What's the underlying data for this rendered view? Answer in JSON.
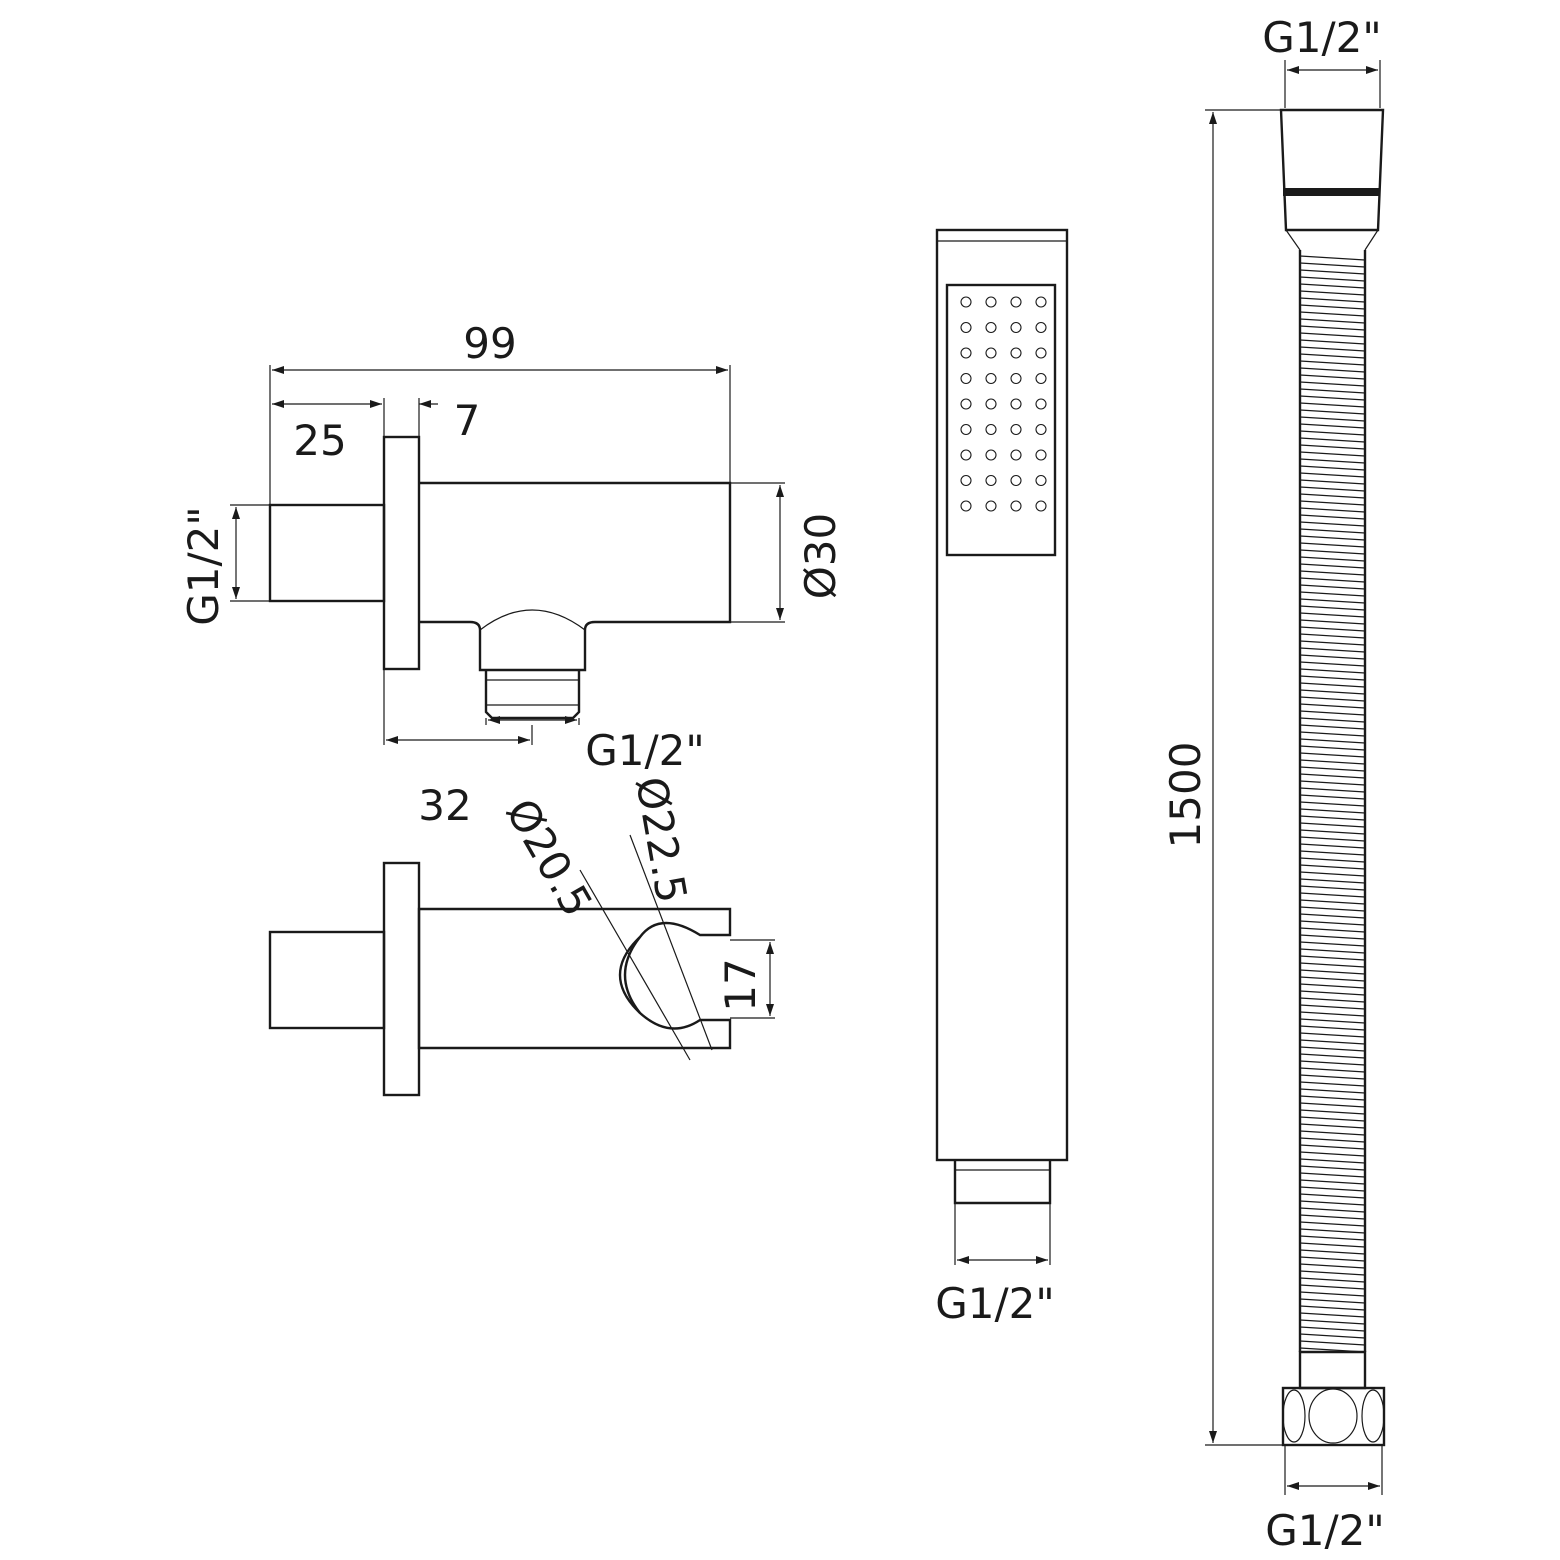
{
  "dimensions": {
    "outlet_length": "99",
    "thread_length": "25",
    "flange_thickness": "7",
    "outlet_diameter": "Ø30",
    "inlet_thread": "G1/2\"",
    "outlet_thread": "G1/2\"",
    "outlet_offset": "32",
    "holder_diameter_a": "Ø20.5",
    "holder_diameter_b": "Ø22.5",
    "holder_opening": "17",
    "handshower_thread": "G1/2\"",
    "hose_length": "1500",
    "hose_top_thread": "G1/2\"",
    "hose_bottom_thread": "G1/2\""
  }
}
